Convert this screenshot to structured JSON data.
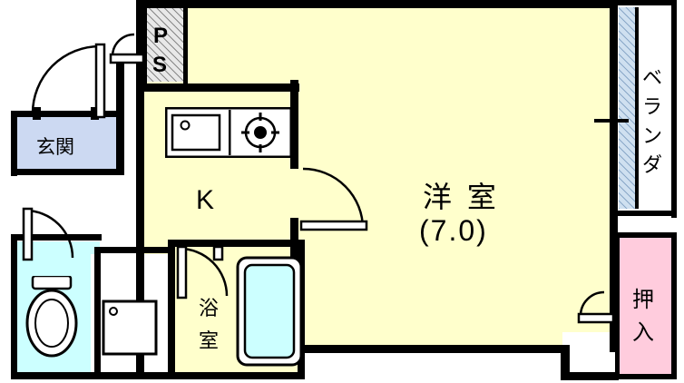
{
  "plan": {
    "title": "apartment-floor-plan",
    "colors": {
      "wall": "#000000",
      "living_fill": "#ffffcc",
      "entry_fill": "#ccd9f2",
      "wet_fill": "#ccffff",
      "closet_fill": "#ffccdd",
      "balcony_fill": "#ffffff",
      "outline_gray": "#e8e8e8"
    },
    "rooms": [
      {
        "id": "ps",
        "label_lines": [
          "P",
          "S"
        ],
        "fill": "hatch"
      },
      {
        "id": "genkan",
        "label_lines": [
          "玄関"
        ],
        "fill": "#ccd9f2"
      },
      {
        "id": "kitchen",
        "label_lines": [
          "K"
        ],
        "fill": "#ffffcc"
      },
      {
        "id": "bath",
        "label_lines": [
          "浴",
          "室"
        ],
        "fill": "#ffffcc"
      },
      {
        "id": "toilet",
        "label_lines": [],
        "fill": "#ccffff"
      },
      {
        "id": "washroom",
        "label_lines": [],
        "fill": "#ffffff"
      },
      {
        "id": "washitsu",
        "label_lines": [
          "洋 室",
          "(7.0)"
        ],
        "fill": "#ffffcc"
      },
      {
        "id": "veranda",
        "label_lines": [
          "ベ",
          "ラ",
          "ン",
          "ダ"
        ],
        "fill": "#ffffff"
      },
      {
        "id": "oshiire",
        "label_lines": [
          "押",
          "入"
        ],
        "fill": "#ffccdd"
      }
    ],
    "labels": {
      "ps_p": "P",
      "ps_s": "S",
      "genkan": "玄関",
      "kitchen": "K",
      "bath_line1": "浴",
      "bath_line2": "室",
      "main_room": "洋 室",
      "main_room_size": "(7.0)",
      "veranda_1": "ベ",
      "veranda_2": "ラ",
      "veranda_3": "ン",
      "veranda_4": "ダ",
      "closet_1": "押",
      "closet_2": "入"
    },
    "fixtures": [
      {
        "name": "kitchen-sink",
        "type": "sink"
      },
      {
        "name": "stove-burner",
        "type": "stove"
      },
      {
        "name": "bathtub",
        "type": "tub"
      },
      {
        "name": "toilet",
        "type": "toilet"
      },
      {
        "name": "washing-machine-pan",
        "type": "washer"
      }
    ],
    "doors": [
      {
        "name": "entrance-door-swing"
      },
      {
        "name": "ps-door-swing"
      },
      {
        "name": "kitchen-living-door-swing"
      },
      {
        "name": "bath-door-swing"
      },
      {
        "name": "toilet-door-swing"
      },
      {
        "name": "closet-door-swing"
      }
    ]
  }
}
